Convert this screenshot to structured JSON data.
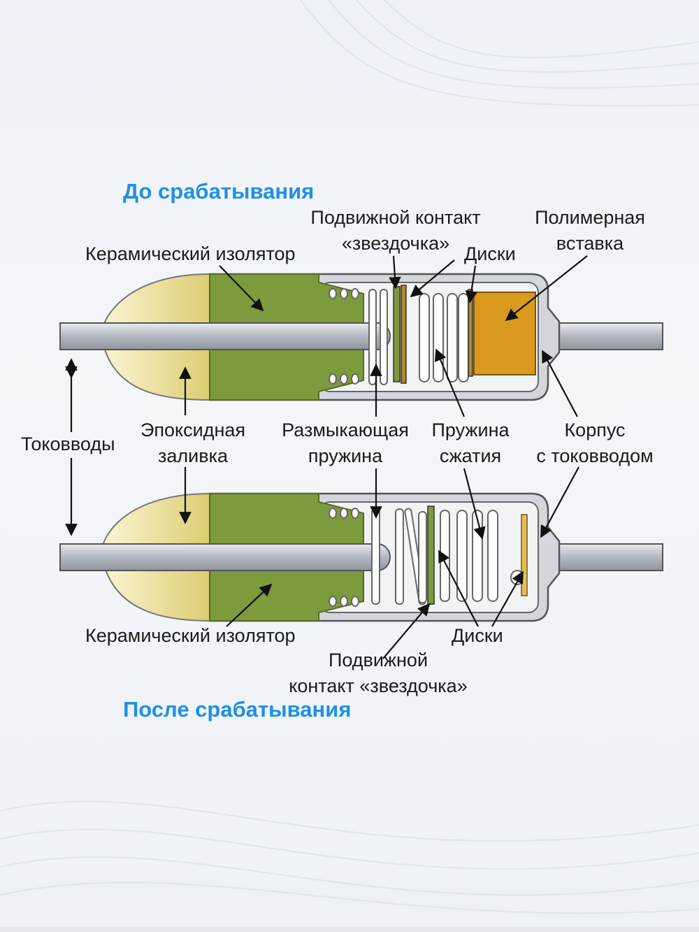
{
  "titles": {
    "before": "До срабатывания",
    "after": "После срабатывания"
  },
  "labels": {
    "movable_contact_top_1": "Подвижной контакт",
    "movable_contact_top_2": "«звездочка»",
    "polymer_insert_1": "Полимерная",
    "polymer_insert_2": "вставка",
    "ceramic_insulator_top": "Керамический изолятор",
    "disks_top": "Диски",
    "current_leads": "Токовводы",
    "epoxy_1": "Эпоксидная",
    "epoxy_2": "заливка",
    "opening_spring_1": "Размыкающая",
    "opening_spring_2": "пружина",
    "compression_spring_1": "Пружина",
    "compression_spring_2": "сжатия",
    "housing_1": "Корпус",
    "housing_2": "с токовводом",
    "ceramic_insulator_bottom": "Керамический изолятор",
    "disks_bottom": "Диски",
    "movable_contact_bottom_1": "Подвижной",
    "movable_contact_bottom_2": "контакт «звездочка»"
  },
  "colors": {
    "title_blue": "#1e90e6",
    "ceramic_green": "#7d9a3c",
    "epoxy_yellow": "#f2e8a8",
    "polymer_orange": "#d99a1e",
    "metal_gray": "#cfd3d9"
  }
}
